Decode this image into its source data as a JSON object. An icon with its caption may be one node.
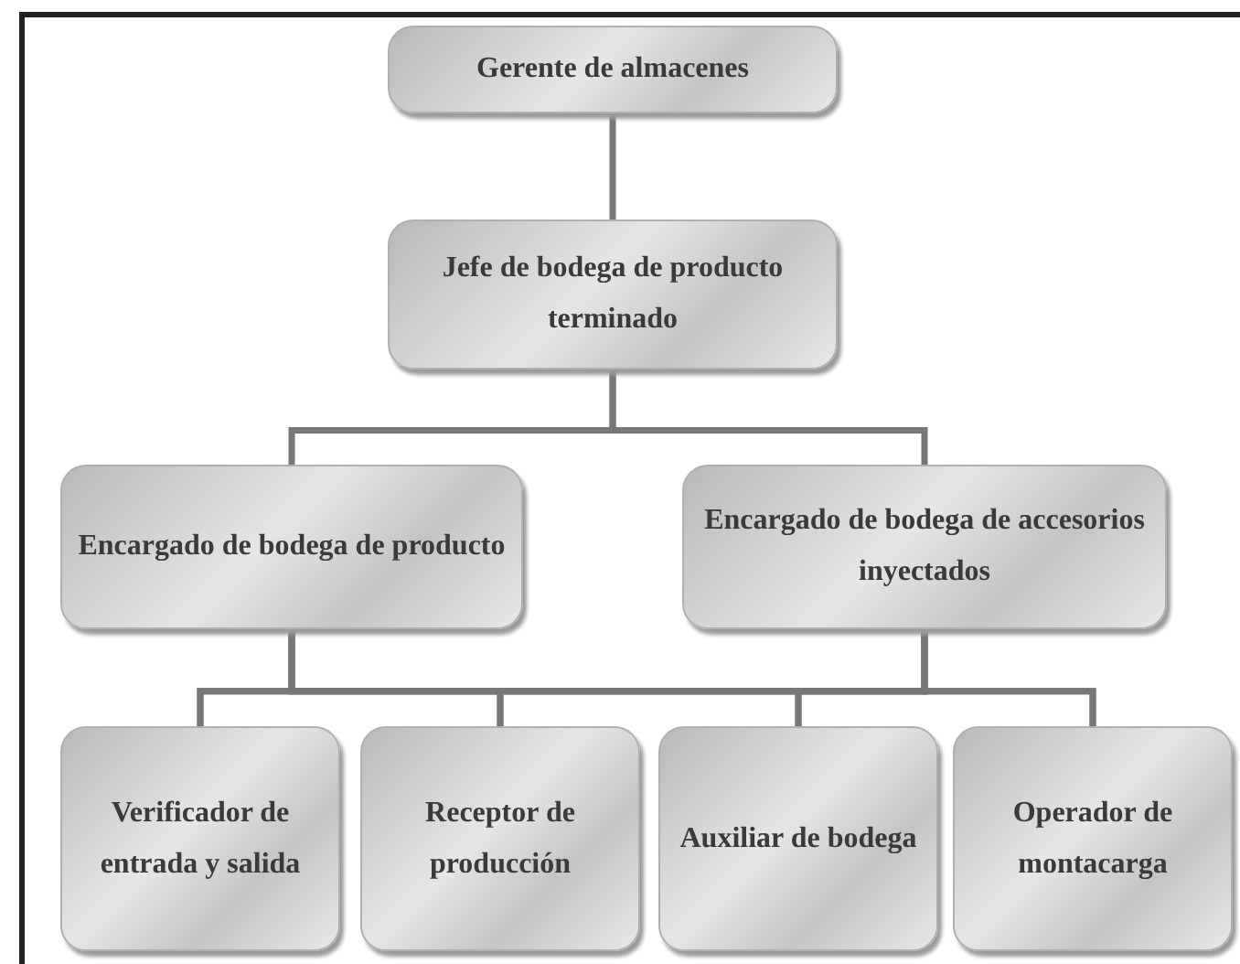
{
  "diagram": {
    "nodes": [
      {
        "text": [
          "Gerente de almacenes"
        ]
      },
      {
        "text": [
          "Jefe de bodega de producto terminado"
        ]
      },
      {
        "text": [
          "Encargado de bodega de producto"
        ]
      },
      {
        "text": [
          "Encargado de bodega de accesorios inyectados"
        ]
      },
      {
        "text": [
          "Verificador de entrada y salida"
        ]
      },
      {
        "text": [
          "Receptor de producción"
        ]
      },
      {
        "text": [
          "Auxiliar de bodega"
        ]
      },
      {
        "text": [
          "Operador de montacarga"
        ]
      }
    ],
    "edges": [
      {
        "from": 0,
        "to": 1,
        "arrow": "none"
      },
      {
        "from": 1,
        "to": 2,
        "arrow": "none"
      },
      {
        "from": 1,
        "to": 3,
        "arrow": "none"
      },
      {
        "from": 2,
        "to": 4,
        "arrow": "none"
      },
      {
        "from": 2,
        "to": 5,
        "arrow": "none"
      },
      {
        "from": 2,
        "to": 6,
        "arrow": "none"
      },
      {
        "from": 2,
        "to": 7,
        "arrow": "none"
      },
      {
        "from": 3,
        "to": 4,
        "arrow": "none"
      },
      {
        "from": 3,
        "to": 5,
        "arrow": "none"
      },
      {
        "from": 3,
        "to": 6,
        "arrow": "none"
      },
      {
        "from": 3,
        "to": 7,
        "arrow": "none"
      }
    ]
  }
}
